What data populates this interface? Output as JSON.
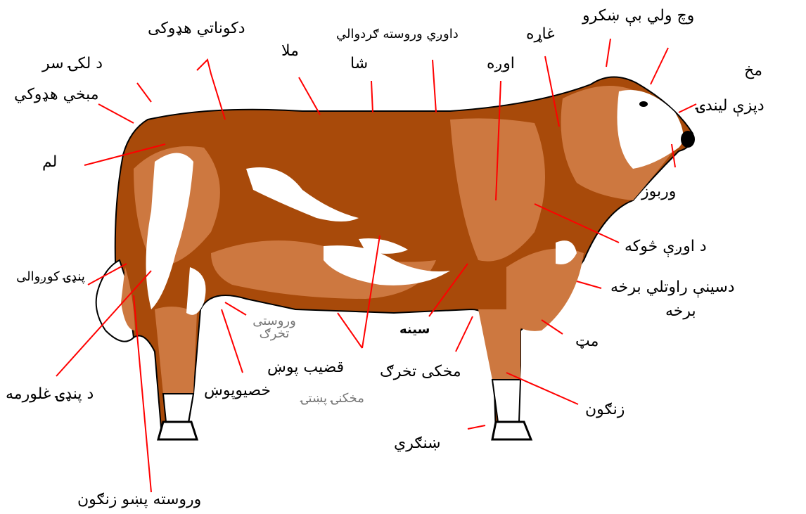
{
  "colors": {
    "body_dark": "#a84a0a",
    "body_light": "#cd7840",
    "patch": "#ffffff",
    "outline": "#000000",
    "arrow": "#ff0000"
  },
  "labels": {
    "top_back": "د لکۍ سر",
    "tail_head": "مبخي هډوکي",
    "hip_bones": "دکوناتي هډوکی",
    "loin": "ملا",
    "back": "شا",
    "rear_shoulder_back": "داوږي وروسته ګردوالي",
    "shoulder": "اوږه",
    "neck": "غاړه",
    "face": "وچ ولي بې ښکرو",
    "muzzle": "مخ",
    "nostrils": "دپزې لیندۍ",
    "thigh": "لم",
    "jaw": "وربوز",
    "shoulder_point": "د اوږې څوکه",
    "brisket": "دسینې راوتلي برخه",
    "chest_front": "مټ",
    "flank_fold": "پنډۍ کوږوالی",
    "hind_flank": "وروستی تخرګ",
    "chest": "سینه",
    "sheath": "قضیب پوښ",
    "fore_flank": "مخکی تخرګ",
    "front_rib": "مخکنۍ پښتۍ",
    "knee": "زنګون",
    "scrotum": "خصیوپوښ",
    "stifle": "د پنډۍ غلورمه",
    "hoof": "ښنګري",
    "hock": "وروسته پښو زنګون"
  }
}
